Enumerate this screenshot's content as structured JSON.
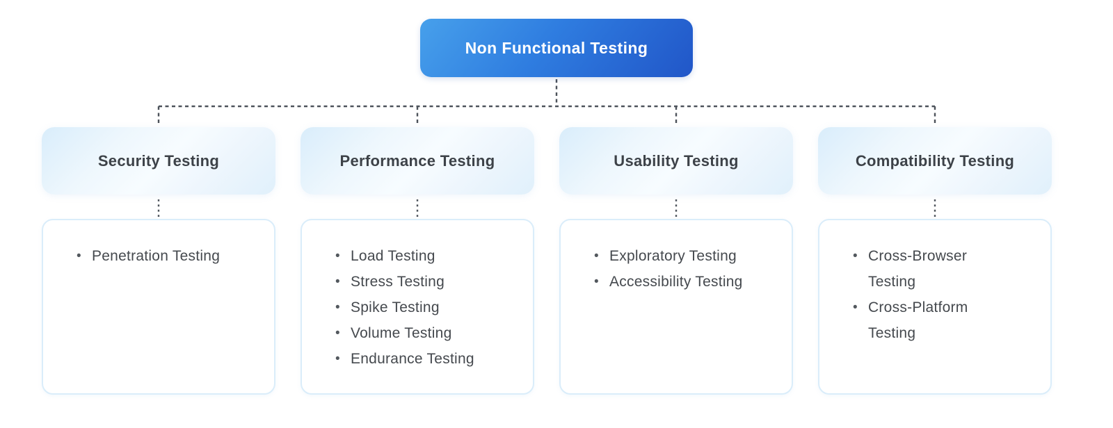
{
  "diagram": {
    "root": {
      "label": "Non Functional Testing"
    },
    "branches": [
      {
        "title": "Security Testing",
        "items": [
          "Penetration Testing"
        ]
      },
      {
        "title": "Performance Testing",
        "items": [
          "Load Testing",
          "Stress Testing",
          "Spike Testing",
          "Volume Testing",
          "Endurance Testing"
        ]
      },
      {
        "title": "Usability Testing",
        "items": [
          "Exploratory Testing",
          "Accessibility Testing"
        ]
      },
      {
        "title": "Compatibility Testing",
        "items": [
          "Cross-Browser Testing",
          "Cross-Platform Testing"
        ]
      }
    ],
    "colors": {
      "root_gradient_start": "#47A0EB",
      "root_gradient_end": "#2156C8",
      "root_text": "#FFFFFF",
      "branch_card_tint": "#D9EDFB",
      "list_border": "#DAEDFA",
      "heading_text": "#3D4248",
      "item_text": "#45494E",
      "connector": "#4D535B"
    }
  }
}
